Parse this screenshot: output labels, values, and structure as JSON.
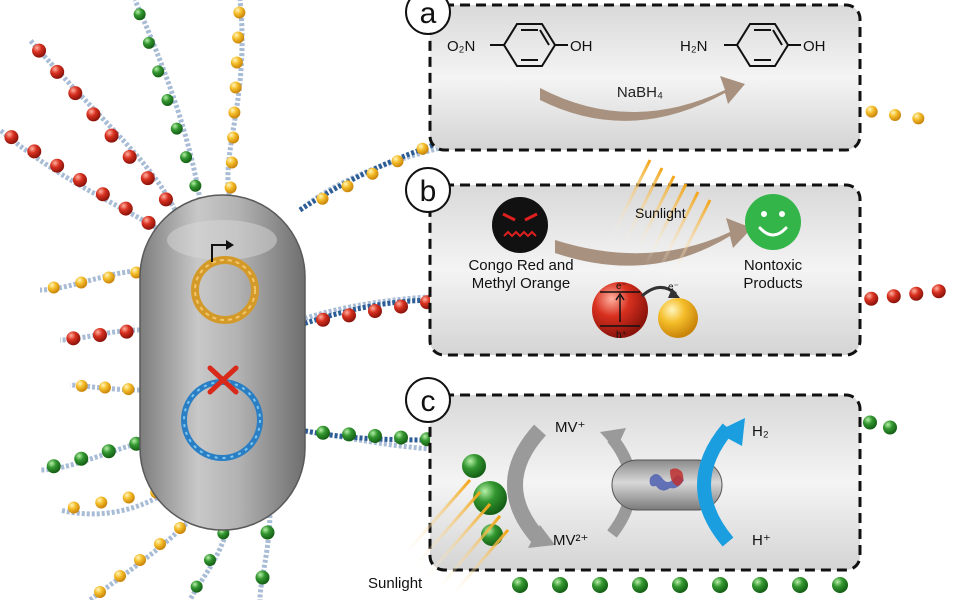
{
  "panels": {
    "a": {
      "badge": "a",
      "left_molecule_substituent": "O₂N",
      "left_molecule_hydroxyl": "OH",
      "right_molecule_substituent": "H₂N",
      "right_molecule_hydroxyl": "OH",
      "reagent": "NaBH₄"
    },
    "b": {
      "badge": "b",
      "light_label": "Sunlight",
      "dye_label_line1": "Congo Red and",
      "dye_label_line2": "Methyl Orange",
      "product_label_line1": "Nontoxic",
      "product_label_line2": "Products",
      "electron_label": "e⁻",
      "electron_label_2": "e⁻",
      "hole_label": "h⁺"
    },
    "c": {
      "badge": "c",
      "mv_reduced": "MV⁺",
      "mv_oxidized": "MV²⁺",
      "hydrogen": "H₂",
      "proton": "H⁺"
    }
  },
  "bottom_light_label": "Sunlight",
  "colors": {
    "cell_body": "#a9a9a9",
    "panel_bg": "#e6e6e6",
    "fiber_blue": "#2d5d96",
    "gold_particle": "#f2b21c",
    "red_particle": "#d42a1e",
    "green_particle": "#2f8f2f",
    "arrow_brown": "#a8927f",
    "arrow_blue": "#1a9ee0",
    "arrow_grey": "#9a9a9a",
    "smiley_green": "#33b54a"
  },
  "icons": [
    "promoter-arrow-icon",
    "knockout-cross-icon",
    "angry-face-icon",
    "smiley-face-icon",
    "sunlight-rays-icon"
  ]
}
